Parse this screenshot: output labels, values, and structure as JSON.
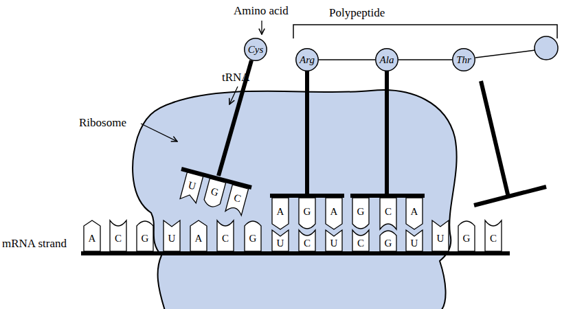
{
  "diagram": {
    "nodes": [
      {
        "text": [
          "Cys"
        ]
      },
      {
        "text": [
          "Arg"
        ]
      },
      {
        "text": [
          "Ala"
        ]
      },
      {
        "text": [
          "Thr"
        ]
      },
      {
        "text": [
          "U"
        ]
      },
      {
        "text": [
          "G"
        ]
      },
      {
        "text": [
          "C"
        ]
      },
      {
        "text": [
          "A"
        ]
      },
      {
        "text": [
          "G"
        ]
      },
      {
        "text": [
          "A"
        ]
      },
      {
        "text": [
          "G"
        ]
      },
      {
        "text": [
          "C"
        ]
      },
      {
        "text": [
          "A"
        ]
      },
      {
        "text": [
          "A"
        ]
      },
      {
        "text": [
          "C"
        ]
      },
      {
        "text": [
          "G"
        ]
      },
      {
        "text": [
          "U"
        ]
      },
      {
        "text": [
          "A"
        ]
      },
      {
        "text": [
          "C"
        ]
      },
      {
        "text": [
          "G"
        ]
      },
      {
        "text": [
          "U"
        ]
      },
      {
        "text": [
          "C"
        ]
      },
      {
        "text": [
          "U"
        ]
      },
      {
        "text": [
          "C"
        ]
      },
      {
        "text": [
          "G"
        ]
      },
      {
        "text": [
          "U"
        ]
      },
      {
        "text": [
          "U"
        ]
      },
      {
        "text": [
          "G"
        ]
      },
      {
        "text": [
          "C"
        ]
      }
    ],
    "edges": [
      {
        "from": 1,
        "to": 2,
        "arrow": "none"
      },
      {
        "from": 2,
        "to": 3,
        "arrow": "none"
      }
    ],
    "labels": [
      "Amino acid",
      "Polypeptide",
      "tRNA",
      "Ribosome",
      "mRNA strand"
    ]
  }
}
